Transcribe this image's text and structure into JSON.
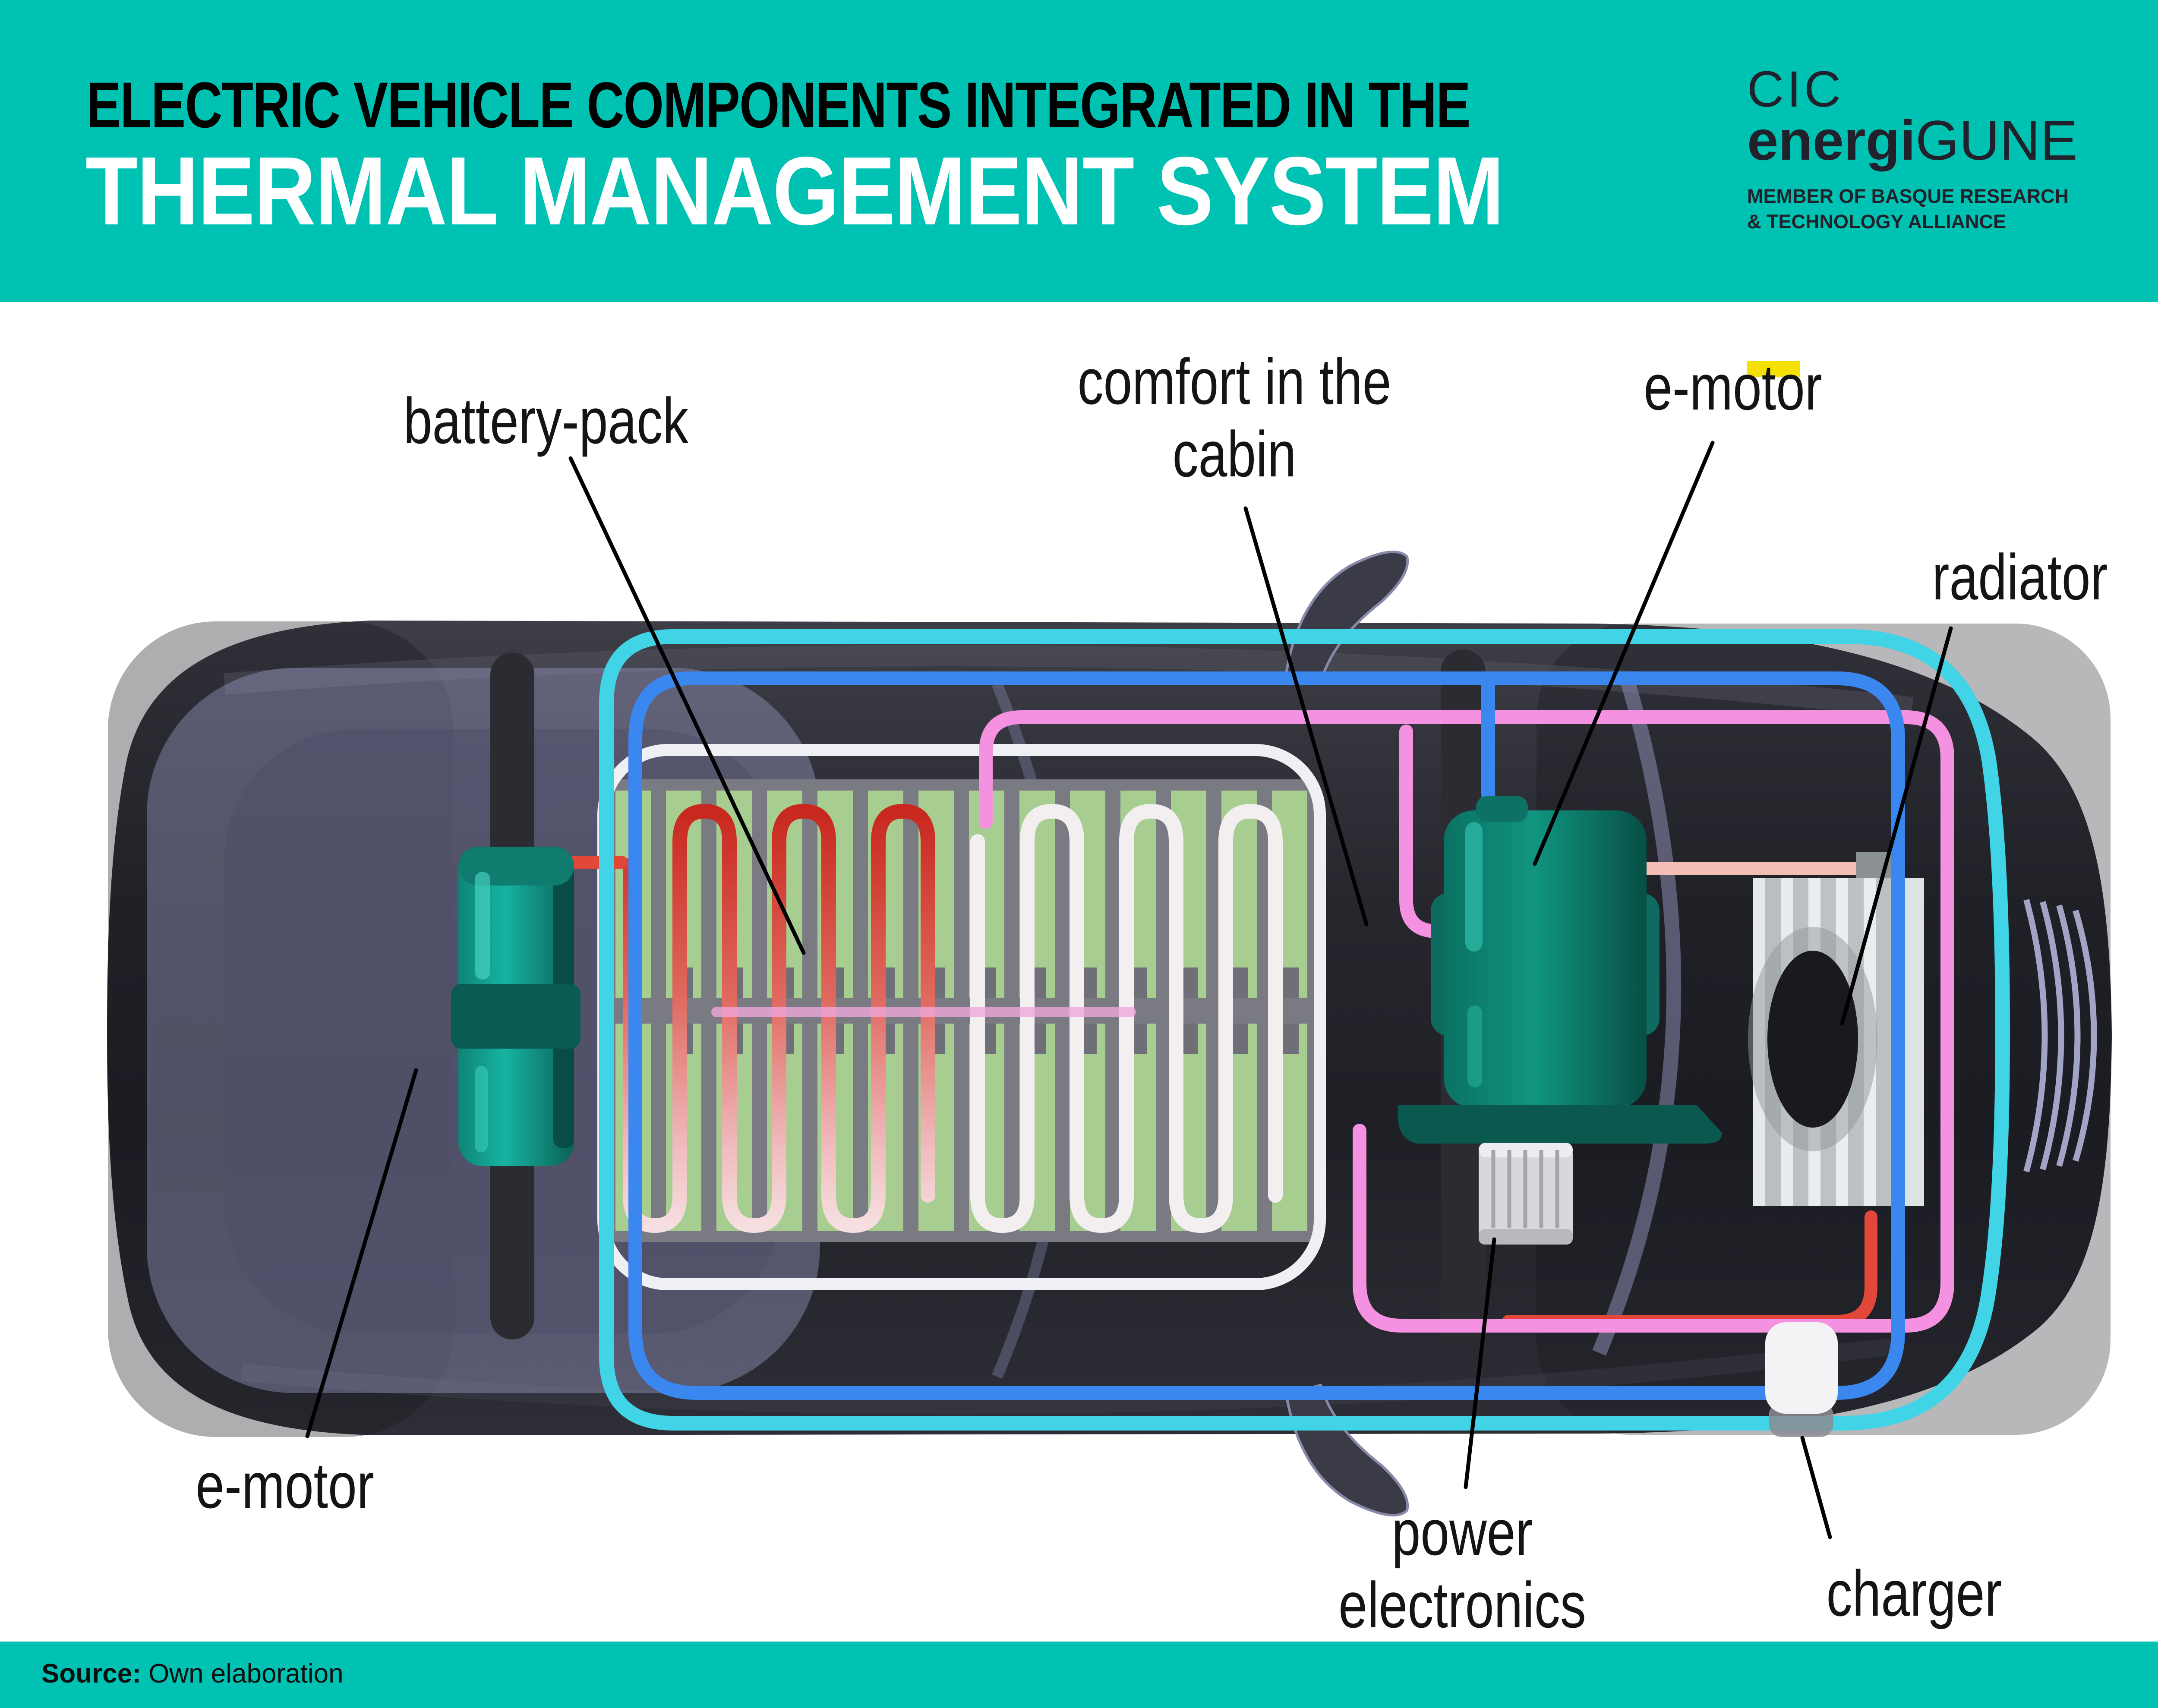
{
  "header": {
    "title_line1": "ELECTRIC VEHICLE COMPONENTS INTEGRATED IN THE",
    "title_line2": "THERMAL MANAGEMENT SYSTEM"
  },
  "logo": {
    "top": "CIC",
    "bold": "energi",
    "light": "GUNE",
    "member_line1": "MEMBER OF BASQUE RESEARCH",
    "member_line2": "& TECHNOLOGY ALLIANCE"
  },
  "labels": {
    "battery_pack": "battery-pack",
    "comfort_line1": "comfort in the",
    "comfort_line2": "cabin",
    "e_motor_front": "e-motor",
    "e_motor_rear": "e-motor",
    "radiator": "radiator",
    "power_line1": "power",
    "power_line2": "electronics",
    "charger": "charger"
  },
  "footer": {
    "source_label": "Source:",
    "source_value": "Own elaboration"
  },
  "colors": {
    "header_teal": "#00C2B2",
    "accent_yellow": "#F5E003",
    "motor_teal": "#16B3A1",
    "battery_cell_green": "#A8CD90",
    "coolant_red": "#E2473A",
    "coolant_salmon": "#F5BEB4",
    "coolant_pink": "#F591E1",
    "coolant_blue": "#3B87F0",
    "coolant_cyan": "#40D4E6",
    "coolant_white": "#EEF0F4",
    "car_body_dark": "#26262D",
    "cabin_glass_lavender": "#9A9AC6"
  }
}
